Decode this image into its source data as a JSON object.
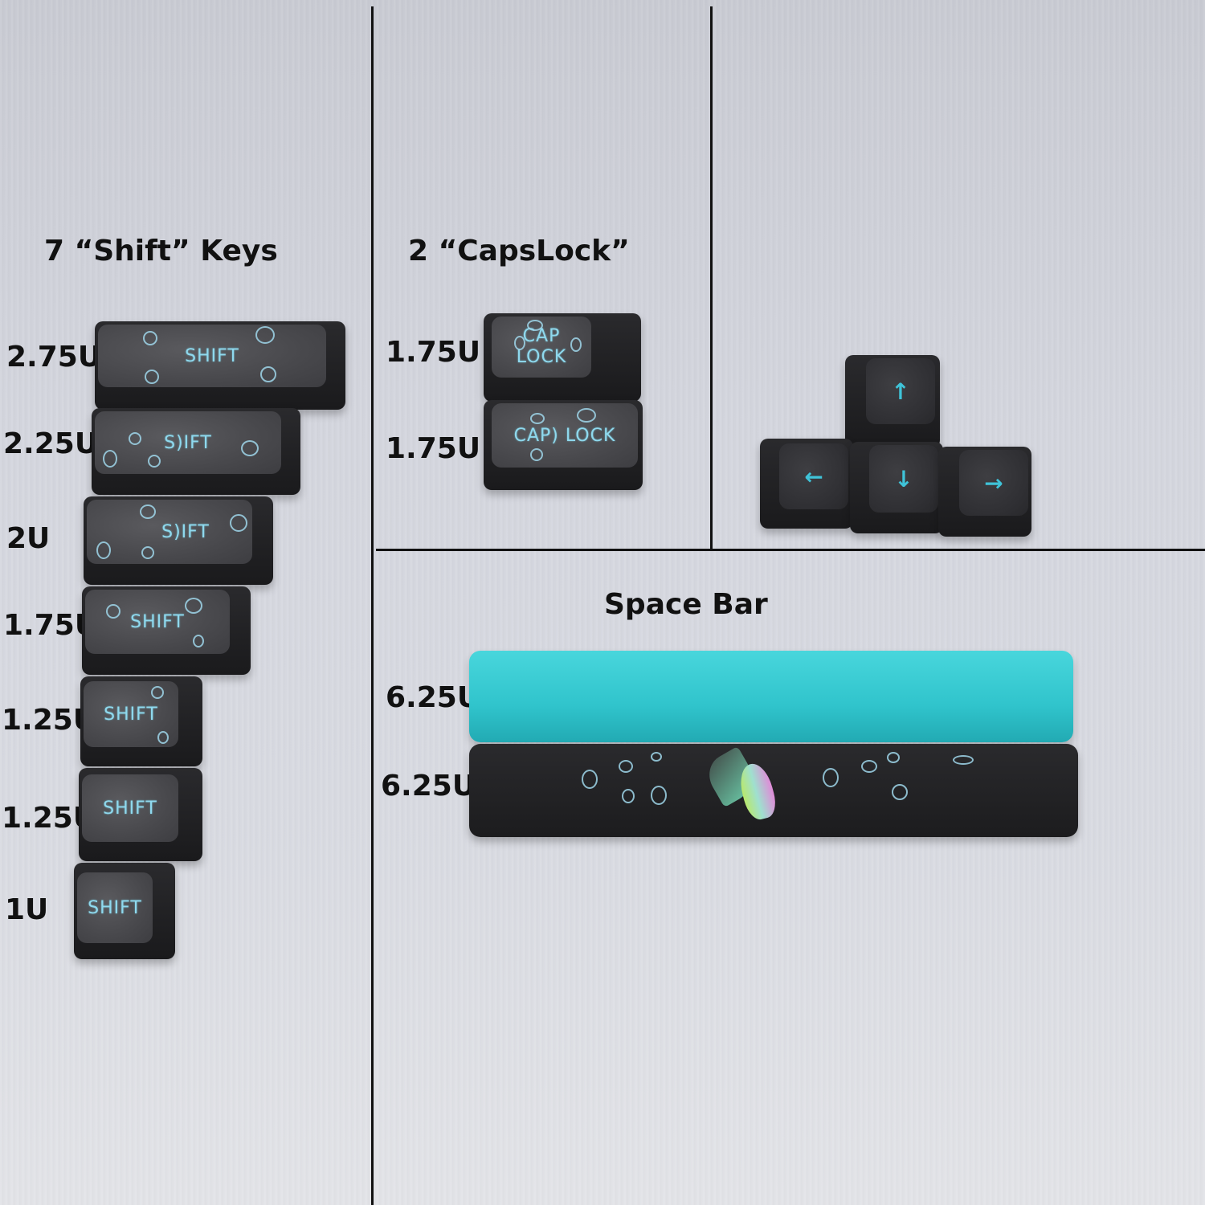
{
  "sections": {
    "shift": {
      "title": "7 “Shift” Keys",
      "sizes": [
        "2.75U",
        "2.25U",
        "2U",
        "1.75U",
        "1.25U",
        "1.25U",
        "1U"
      ],
      "legends": [
        "SHIFT",
        "S)IFT",
        "S)IFT",
        "SHIFT",
        "SHIFT",
        "SHIFT",
        "SHIFT"
      ]
    },
    "capslock": {
      "title": "2 “CapsLock”",
      "sizes": [
        "1.75U",
        "1.75U"
      ],
      "legend_1_line1": "CAP",
      "legend_1_line2": "LOCK",
      "legend_2": "CAP) LOCK"
    },
    "arrows": {
      "glyphs": {
        "up": "↑",
        "left": "←",
        "down": "↓",
        "right": "→"
      }
    },
    "spacebar": {
      "title": "Space Bar",
      "sizes": [
        "6.25U",
        "6.25U"
      ]
    }
  },
  "colors": {
    "cyan": "#30c4cc",
    "keycap_dark": "#1c1c1e",
    "legend": "#8fd9ee"
  }
}
